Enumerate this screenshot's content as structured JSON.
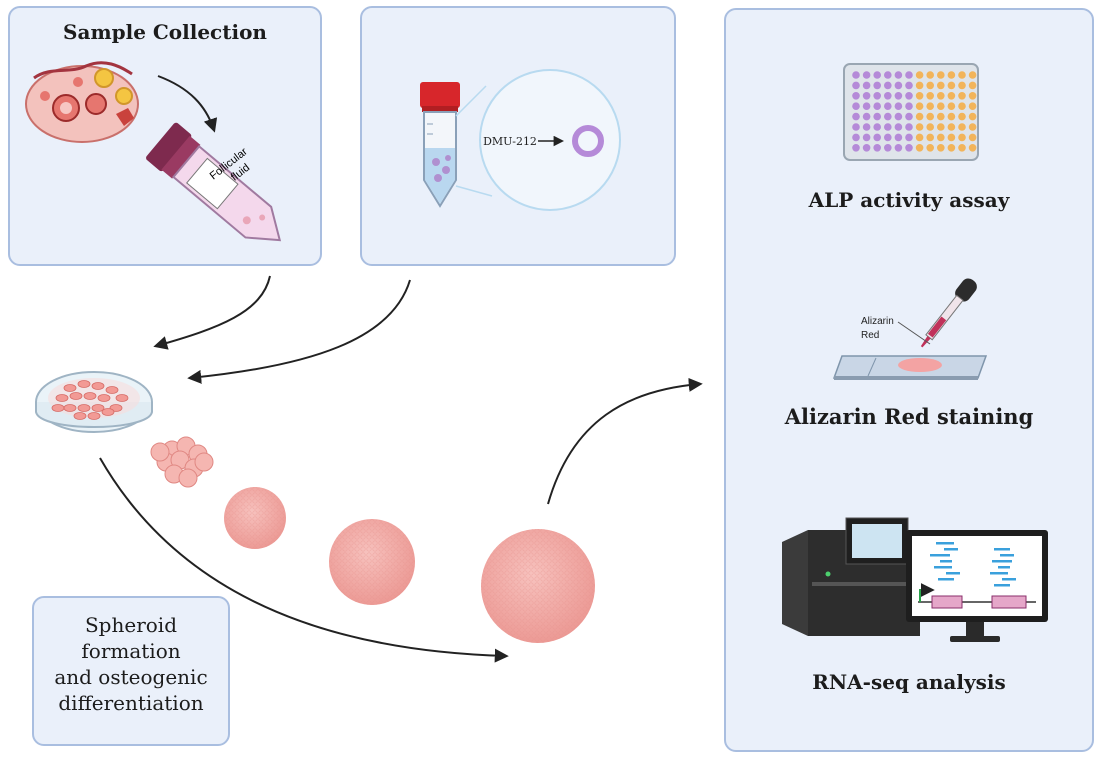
{
  "panels": {
    "sample_collection": {
      "title": "Sample Collection",
      "tube_label_line1": "Follicular",
      "tube_label_line2": "fluid"
    },
    "cell_line": {
      "label": "DMU-212"
    },
    "spheroid": {
      "line1": "Spheroid",
      "line2": "formation",
      "line3": "and osteogenic",
      "line4": "differentiation"
    },
    "analyses": {
      "alp": "ALP activity assay",
      "alizarin": "Alizarin Red staining",
      "alizarin_dropper_line1": "Alizarin",
      "alizarin_dropper_line2": "Red",
      "rnaseq": "RNA-seq analysis"
    }
  },
  "colors": {
    "panel_bg": "#eaf0fa",
    "panel_border": "#a9bee0",
    "spheroid_pink": "#f2a9a4",
    "tube_cap": "#d7262b",
    "plate_purple": "#b58ad8",
    "plate_orange": "#f2b45a",
    "arrow": "#222222"
  }
}
